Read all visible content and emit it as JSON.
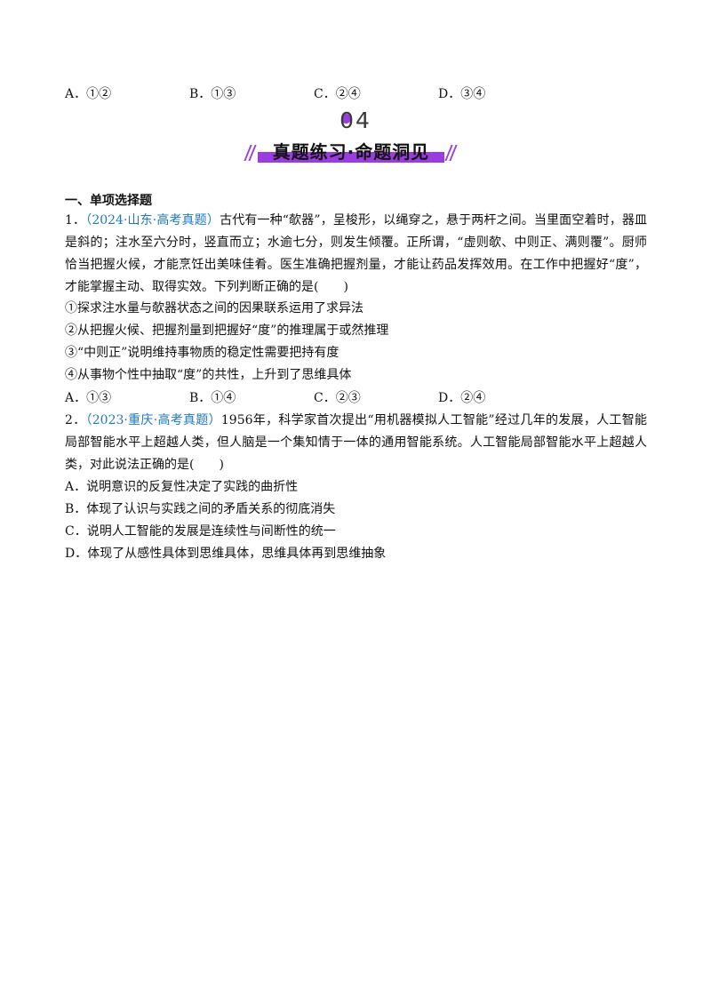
{
  "prev_options": [
    {
      "key": "A．",
      "text": "①②"
    },
    {
      "key": "B．",
      "text": "①③"
    },
    {
      "key": "C．",
      "text": "②④"
    },
    {
      "key": "D．",
      "text": "③④"
    }
  ],
  "section": {
    "number": "04",
    "banner_title": "真题练习·命题洞见"
  },
  "part_title": "一、单项选择题",
  "questions": [
    {
      "num": "1．",
      "source": "（2024·山东·高考真题）",
      "stem": "古代有一种“欹器”，呈梭形，以绳穿之，悬于两杆之间。当里面空着时，器皿是斜的；注水至六分时，竖直而立；水逾七分，则发生倾覆。正所谓，“虚则欹、中则正、满则覆”。厨师恰当把握火候，才能烹饪出美味佳肴。医生准确把握剂量，才能让药品发挥效用。在工作中把握好“度”，才能掌握主动、取得实效。下列判断正确的是(　　)",
      "statements": [
        "①探求注水量与欹器状态之间的因果联系运用了求异法",
        "②从把握火候、把握剂量到把握好“度”的推理属于或然推理",
        "③“中则正”说明维持事物质的稳定性需要把持有度",
        "④从事物个性中抽取“度”的共性，上升到了思维具体"
      ],
      "options": [
        {
          "key": "A．",
          "text": "①③"
        },
        {
          "key": "B．",
          "text": "①④"
        },
        {
          "key": "C．",
          "text": "②③"
        },
        {
          "key": "D．",
          "text": "②④"
        }
      ]
    },
    {
      "num": "2．",
      "source": "（2023·重庆·高考真题）",
      "stem": "1956年，科学家首次提出“用机器模拟人工智能”经过几年的发展，人工智能局部智能水平上超越人类，但人脑是一个集知情于一体的通用智能系统。人工智能局部智能水平上超越人类，对此说法正确的是(　　)",
      "options": [
        {
          "key": "A．",
          "text": "说明意识的反复性决定了实践的曲折性"
        },
        {
          "key": "B．",
          "text": "体现了认识与实践之间的矛盾关系的彻底消失"
        },
        {
          "key": "C．",
          "text": "说明人工智能的发展是连续性与间断性的统一"
        },
        {
          "key": "D．",
          "text": "体现了从感性具体到思维具体，思维具体再到思维抽象"
        }
      ]
    }
  ],
  "colors": {
    "accent": "#9a3ce0",
    "source_blue": "#1e78c8"
  }
}
